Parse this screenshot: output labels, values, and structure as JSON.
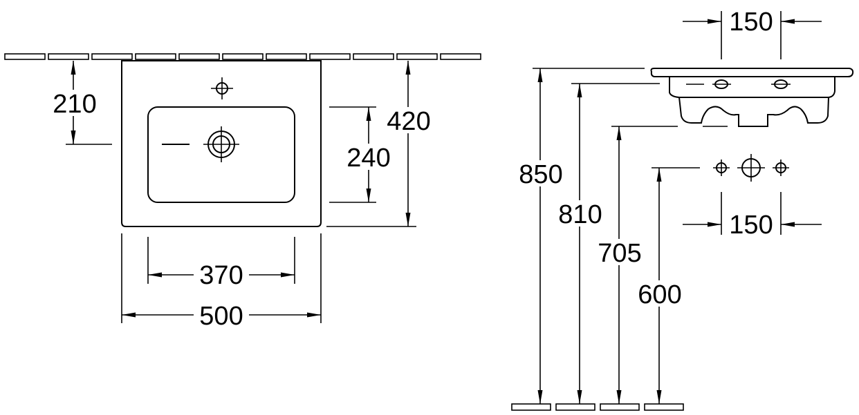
{
  "top_view": {
    "depth_to_tap_hole": "210",
    "overall_depth": "420",
    "bowl_depth": "240",
    "bowl_width": "370",
    "overall_width": "500"
  },
  "side_view": {
    "tap_spacing_top": "150",
    "tap_spacing_bottom": "150",
    "height_rim": "850",
    "height_underside": "810",
    "height_waste": "705",
    "height_tap_holes": "600"
  }
}
